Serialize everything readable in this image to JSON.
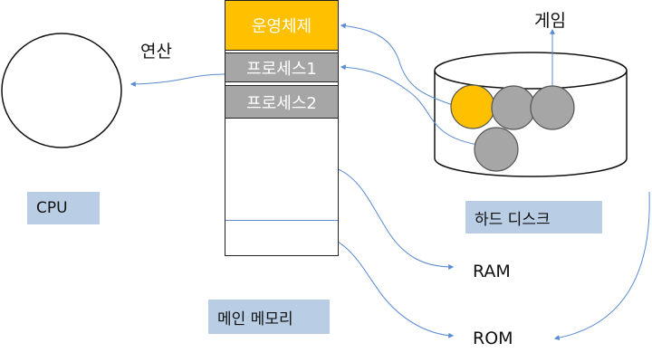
{
  "labels": {
    "op": "연산",
    "game": "게임",
    "ram": "RAM",
    "rom": "ROM"
  },
  "tags": {
    "cpu": "CPU",
    "hdd": "하드 디스크",
    "main_memory": "메인 메모리"
  },
  "memory_blocks": {
    "os": "운영체제",
    "process1": "프로세스1",
    "process2": "프로세스2"
  },
  "colors": {
    "os_fill": "#ffc000",
    "process_fill": "#a6a6a6",
    "disk_game": "#ffc000",
    "disk_other": "#a6a6a6",
    "arrow": "#5b8bd0",
    "tag_fill": "#b9cde5"
  }
}
